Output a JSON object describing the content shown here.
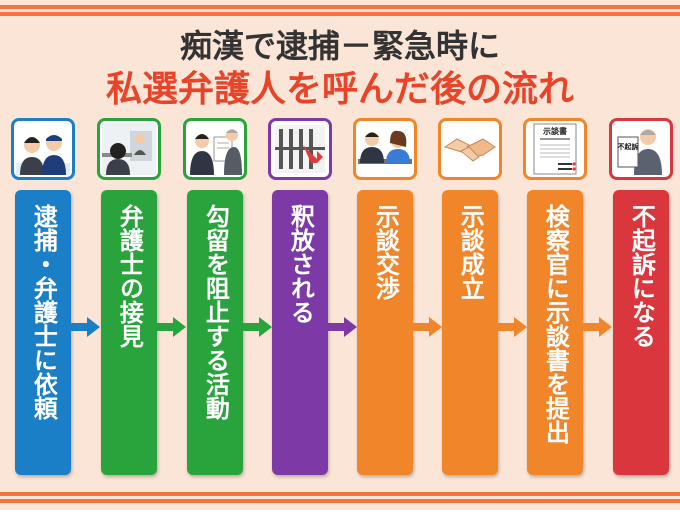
{
  "title_line1": "痴漢で逮捕－緊急時に",
  "title_line2": "私選弁護人を呼んだ後の流れ",
  "colors": {
    "background": "#fbe5d6",
    "stripe": "#f4743b",
    "title1": "#333333",
    "title2": "#e8442a"
  },
  "steps": [
    {
      "label": "逮捕・弁護士に依頼",
      "color": "#1a7fc7",
      "icon": "arrested-people-icon"
    },
    {
      "label": "弁護士の接見",
      "color": "#29a33c",
      "icon": "lawyer-meeting-icon"
    },
    {
      "label": "勾留を阻止する活動",
      "color": "#29a33c",
      "icon": "lawyer-presenting-icon"
    },
    {
      "label": "釈放される",
      "color": "#7d3aa6",
      "icon": "release-jail-icon"
    },
    {
      "label": "示談交渉",
      "color": "#f0852a",
      "icon": "negotiation-icon"
    },
    {
      "label": "示談成立",
      "color": "#f0852a",
      "icon": "handshake-icon"
    },
    {
      "label": "検察官に示談書を提出",
      "color": "#f0852a",
      "icon": "settlement-document-icon"
    },
    {
      "label": "不起訴になる",
      "color": "#d9363e",
      "icon": "prosecutor-icon"
    }
  ],
  "document_label": "示談書",
  "sign_label": "不起訴"
}
